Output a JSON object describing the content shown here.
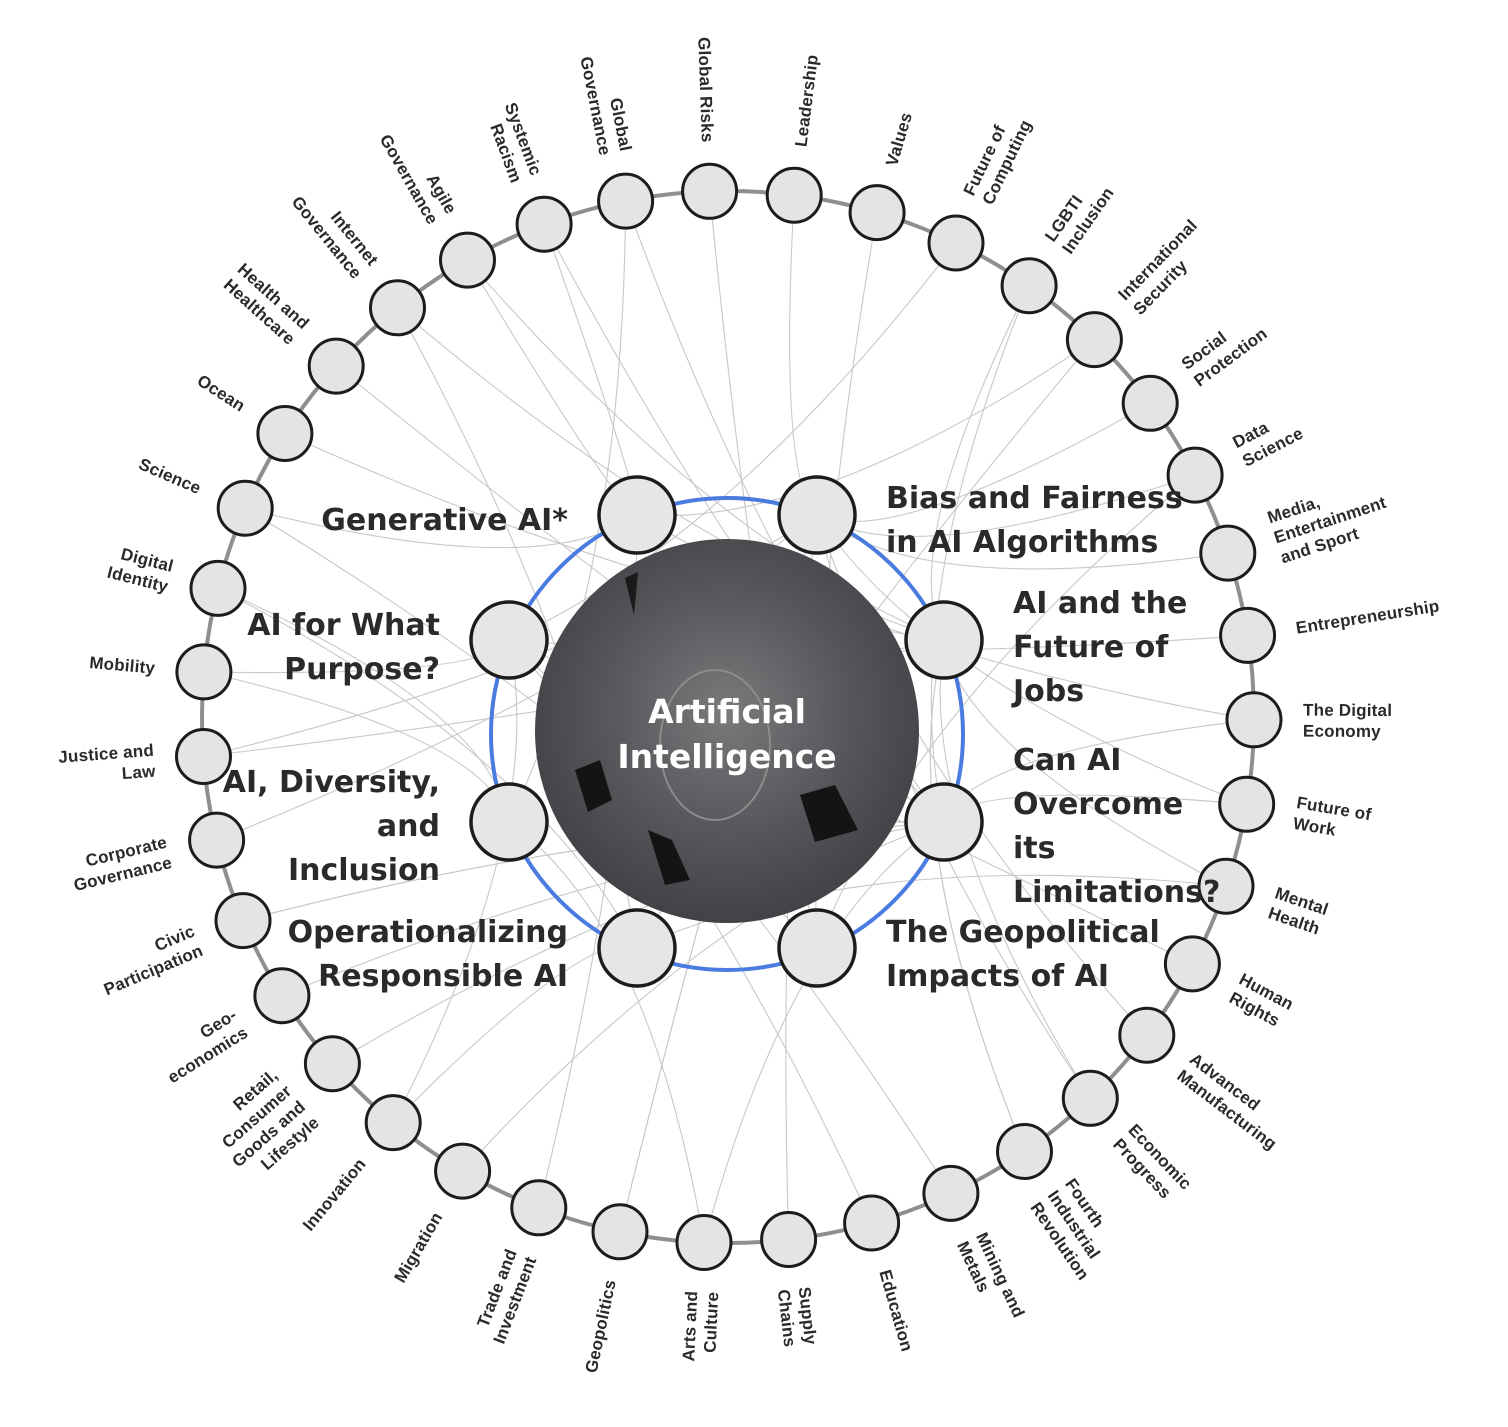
{
  "center": {
    "title_line1": "Artificial",
    "title_line2": "Intelligence"
  },
  "key_issues": [
    {
      "lines": [
        "Generative AI*"
      ]
    },
    {
      "lines": [
        "Bias and Fairness",
        "in AI Algorithms"
      ]
    },
    {
      "lines": [
        "AI and the",
        "Future of",
        "Jobs"
      ]
    },
    {
      "lines": [
        "Can AI",
        "Overcome",
        "its",
        "Limitations?"
      ]
    },
    {
      "lines": [
        "The Geopolitical",
        "Impacts of AI"
      ]
    },
    {
      "lines": [
        "Operationalizing",
        "Responsible AI"
      ]
    },
    {
      "lines": [
        "AI, Diversity,",
        "and",
        "Inclusion"
      ]
    },
    {
      "lines": [
        "AI for What",
        "Purpose?"
      ]
    }
  ],
  "topics": [
    {
      "lines": [
        "Global Risks"
      ]
    },
    {
      "lines": [
        "Leadership"
      ]
    },
    {
      "lines": [
        "Values"
      ]
    },
    {
      "lines": [
        "Future of",
        "Computing"
      ]
    },
    {
      "lines": [
        "LGBTI",
        "Inclusion"
      ]
    },
    {
      "lines": [
        "International",
        "Security"
      ]
    },
    {
      "lines": [
        "Social",
        "Protection"
      ]
    },
    {
      "lines": [
        "Data",
        "Science"
      ]
    },
    {
      "lines": [
        "Media,",
        "Entertainment",
        "and Sport"
      ]
    },
    {
      "lines": [
        "Entrepreneurship"
      ]
    },
    {
      "lines": [
        "The Digital",
        "Economy"
      ]
    },
    {
      "lines": [
        "Future of",
        "Work"
      ]
    },
    {
      "lines": [
        "Mental",
        "Health"
      ]
    },
    {
      "lines": [
        "Human",
        "Rights"
      ]
    },
    {
      "lines": [
        "Advanced",
        "Manufacturing"
      ]
    },
    {
      "lines": [
        "Economic",
        "Progress"
      ]
    },
    {
      "lines": [
        "Fourth",
        "Industrial",
        "Revolution"
      ]
    },
    {
      "lines": [
        "Mining and",
        "Metals"
      ]
    },
    {
      "lines": [
        "Education"
      ]
    },
    {
      "lines": [
        "Supply",
        "Chains"
      ]
    },
    {
      "lines": [
        "Arts and",
        "Culture"
      ]
    },
    {
      "lines": [
        "Geopolitics"
      ]
    },
    {
      "lines": [
        "Trade and",
        "Investment"
      ]
    },
    {
      "lines": [
        "Migration"
      ]
    },
    {
      "lines": [
        "Innovation"
      ]
    },
    {
      "lines": [
        "Retail,",
        "Consumer",
        "Goods and",
        "Lifestyle"
      ]
    },
    {
      "lines": [
        "Geo-",
        "economics"
      ]
    },
    {
      "lines": [
        "Civic",
        "Participation"
      ]
    },
    {
      "lines": [
        "Corporate",
        "Governance"
      ]
    },
    {
      "lines": [
        "Justice and",
        "Law"
      ]
    },
    {
      "lines": [
        "Mobility"
      ]
    },
    {
      "lines": [
        "Digital",
        "Identity"
      ]
    },
    {
      "lines": [
        "Science"
      ]
    },
    {
      "lines": [
        "Ocean"
      ]
    },
    {
      "lines": [
        "Health and",
        "Healthcare"
      ]
    },
    {
      "lines": [
        "Internet",
        "Governance"
      ]
    },
    {
      "lines": [
        "Agile",
        "Governance"
      ]
    },
    {
      "lines": [
        "Systemic",
        "Racism"
      ]
    },
    {
      "lines": [
        "Global",
        "Governance"
      ]
    }
  ],
  "colors": {
    "inner_ring": "#4a7be0",
    "outer_ring": "#8f8f8f",
    "node_fill": "#e4e4e4",
    "node_stroke": "#1c1c1c"
  }
}
